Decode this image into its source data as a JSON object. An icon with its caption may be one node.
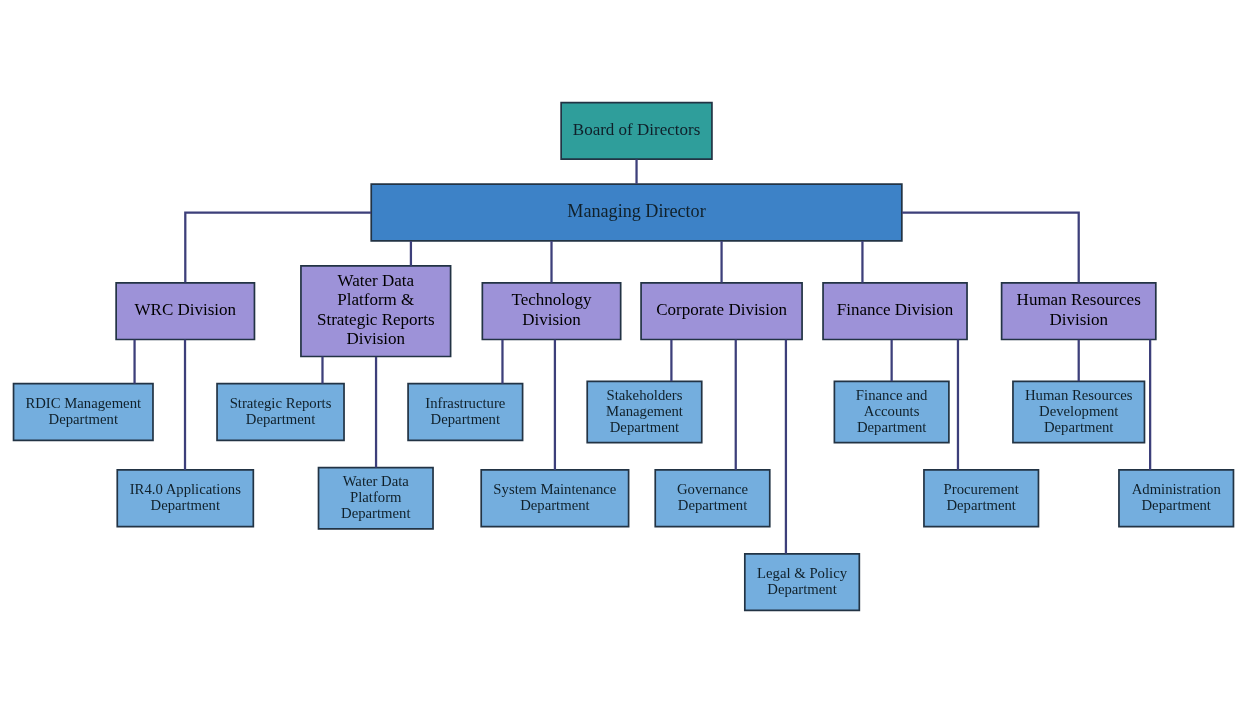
{
  "diagram": {
    "nodes": [
      {
        "text": [
          "Board of Directors"
        ]
      },
      {
        "text": [
          "Managing Director"
        ]
      },
      {
        "text": [
          "WRC Division"
        ]
      },
      {
        "text": [
          "Water Data Platform & Strategic Reports Division"
        ]
      },
      {
        "text": [
          "Technology Division"
        ]
      },
      {
        "text": [
          "Corporate Division"
        ]
      },
      {
        "text": [
          "Finance Division"
        ]
      },
      {
        "text": [
          "Human Resources Division"
        ]
      },
      {
        "text": [
          "RDIC Management Department"
        ]
      },
      {
        "text": [
          "IR4.0 Applications Department"
        ]
      },
      {
        "text": [
          "Strategic Reports Department"
        ]
      },
      {
        "text": [
          "Water Data Platform Department"
        ]
      },
      {
        "text": [
          "Infrastructure Department"
        ]
      },
      {
        "text": [
          "System Maintenance Department"
        ]
      },
      {
        "text": [
          "Stakeholders Management Department"
        ]
      },
      {
        "text": [
          "Governance Department"
        ]
      },
      {
        "text": [
          "Legal & Policy Department"
        ]
      },
      {
        "text": [
          "Finance and Accounts Department"
        ]
      },
      {
        "text": [
          "Procurement Department"
        ]
      },
      {
        "text": [
          "Human Resources Development Department"
        ]
      },
      {
        "text": [
          "Administration Department"
        ]
      }
    ],
    "edges": [
      {
        "from": 0,
        "to": 1,
        "arrow": "none"
      },
      {
        "from": 1,
        "to": 2,
        "arrow": "none"
      },
      {
        "from": 1,
        "to": 3,
        "arrow": "none"
      },
      {
        "from": 1,
        "to": 4,
        "arrow": "none"
      },
      {
        "from": 1,
        "to": 5,
        "arrow": "none"
      },
      {
        "from": 1,
        "to": 6,
        "arrow": "none"
      },
      {
        "from": 1,
        "to": 7,
        "arrow": "none"
      },
      {
        "from": 2,
        "to": 8,
        "arrow": "none"
      },
      {
        "from": 2,
        "to": 9,
        "arrow": "none"
      },
      {
        "from": 3,
        "to": 10,
        "arrow": "none"
      },
      {
        "from": 3,
        "to": 11,
        "arrow": "none"
      },
      {
        "from": 4,
        "to": 12,
        "arrow": "none"
      },
      {
        "from": 4,
        "to": 13,
        "arrow": "none"
      },
      {
        "from": 5,
        "to": 14,
        "arrow": "none"
      },
      {
        "from": 5,
        "to": 15,
        "arrow": "none"
      },
      {
        "from": 5,
        "to": 16,
        "arrow": "none"
      },
      {
        "from": 6,
        "to": 17,
        "arrow": "none"
      },
      {
        "from": 6,
        "to": 18,
        "arrow": "none"
      },
      {
        "from": 7,
        "to": 19,
        "arrow": "none"
      },
      {
        "from": 7,
        "to": 20,
        "arrow": "none"
      }
    ]
  }
}
